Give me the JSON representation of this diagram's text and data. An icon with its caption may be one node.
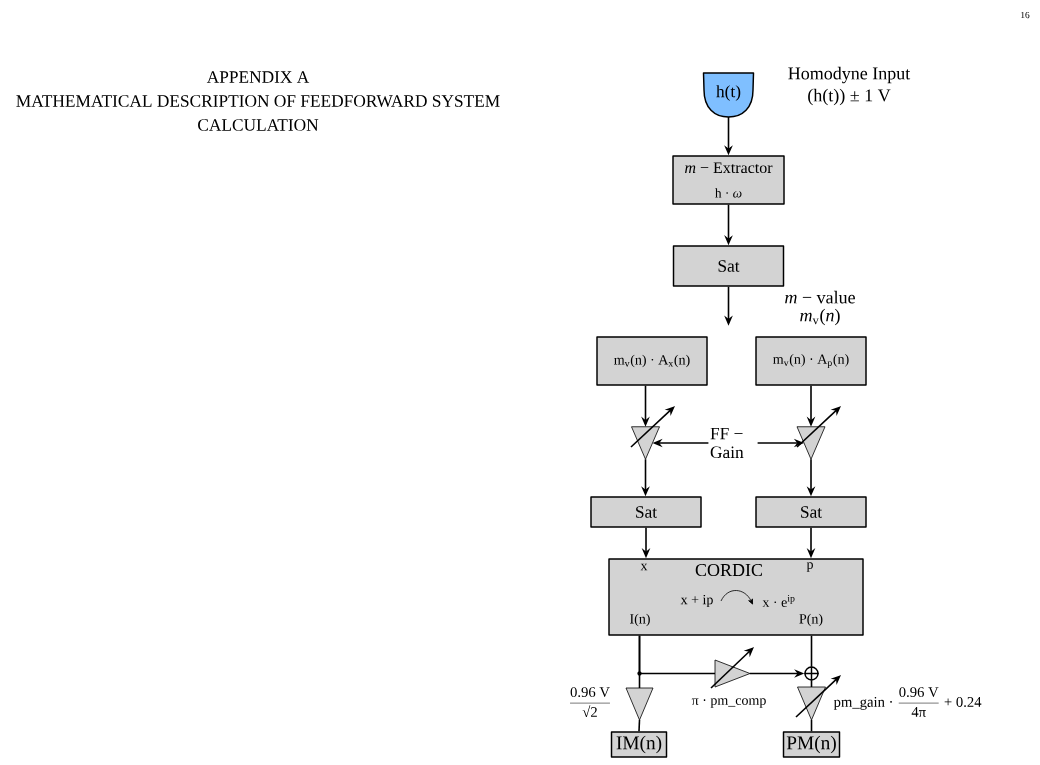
{
  "diagram": {
    "title": "APPENDIX A",
    "nodes": [
      {
        "text": [
          "h(t)"
        ],
        "beside": [
          "Homodyne Input (h(t)) ± 1 V"
        ]
      },
      {
        "text": [
          "*m* − Extractor",
          "h · *ω*"
        ]
      },
      {
        "text": [
          "Sat"
        ]
      },
      {
        "text": [
          "m$_{v}$(n) · A$_{x}$(n)"
        ]
      },
      {
        "text": [
          "m$_{v}$(n) · A$_{p}$(n)"
        ]
      },
      {
        "text": [],
        "shape": "triangle"
      },
      {
        "text": [
          "FF − Gain"
        ]
      },
      {
        "text": [],
        "shape": "triangle"
      },
      {
        "text": [
          "Sat"
        ]
      },
      {
        "text": [
          "Sat"
        ]
      },
      {
        "text": [
          "x",
          "CORDIC",
          "p",
          "x + ip",
          "x · e$^{ip}$",
          "I(n)",
          "P(n)"
        ]
      },
      {
        "text": [],
        "shape": "triangle",
        "beside": [
          "π · pm_comp"
        ]
      },
      {
        "text": [],
        "shape": "circle"
      },
      {
        "text": [],
        "shape": "triangle",
        "beside": [
          "0.96 V",
          "√2"
        ]
      },
      {
        "text": [],
        "shape": "triangle",
        "beside": [
          "pm_gain ·",
          "0.96 V",
          "4π",
          "+ 0.24"
        ]
      },
      {
        "text": [
          "IM(n)"
        ]
      },
      {
        "text": [
          "PM(n)"
        ]
      }
    ],
    "edges": [
      {
        "from": 0,
        "to": 1,
        "arrow": "to"
      },
      {
        "from": 1,
        "to": 2,
        "arrow": "to"
      },
      {
        "from": 2,
        "to": null,
        "arrow": "to",
        "label": "*m* − value *m*$_{v}$(*n*)"
      },
      {
        "from": 3,
        "to": 5,
        "arrow": "to"
      },
      {
        "from": 4,
        "to": 7,
        "arrow": "to"
      },
      {
        "from": 6,
        "to": 5,
        "arrow": "to"
      },
      {
        "from": 6,
        "to": 7,
        "arrow": "to"
      },
      {
        "from": 5,
        "to": 8,
        "arrow": "to"
      },
      {
        "from": 7,
        "to": 9,
        "arrow": "to"
      },
      {
        "from": 8,
        "to": 10,
        "arrow": "to"
      },
      {
        "from": 9,
        "to": 10,
        "arrow": "to"
      },
      {
        "from": 10,
        "to": 13,
        "arrow": "none"
      },
      {
        "from": 10,
        "to": 11,
        "arrow": "none"
      },
      {
        "from": 11,
        "to": 12,
        "arrow": "to"
      },
      {
        "from": 10,
        "to": 12,
        "arrow": "none"
      },
      {
        "from": 12,
        "to": 14,
        "arrow": "none"
      },
      {
        "from": 13,
        "to": 15,
        "arrow": "none"
      },
      {
        "from": 14,
        "to": 16,
        "arrow": "none"
      }
    ],
    "labels": [
      "16",
      "MATHEMATICAL DESCRIPTION OF FEEDFORWARD SYSTEM CALCULATION"
    ]
  }
}
